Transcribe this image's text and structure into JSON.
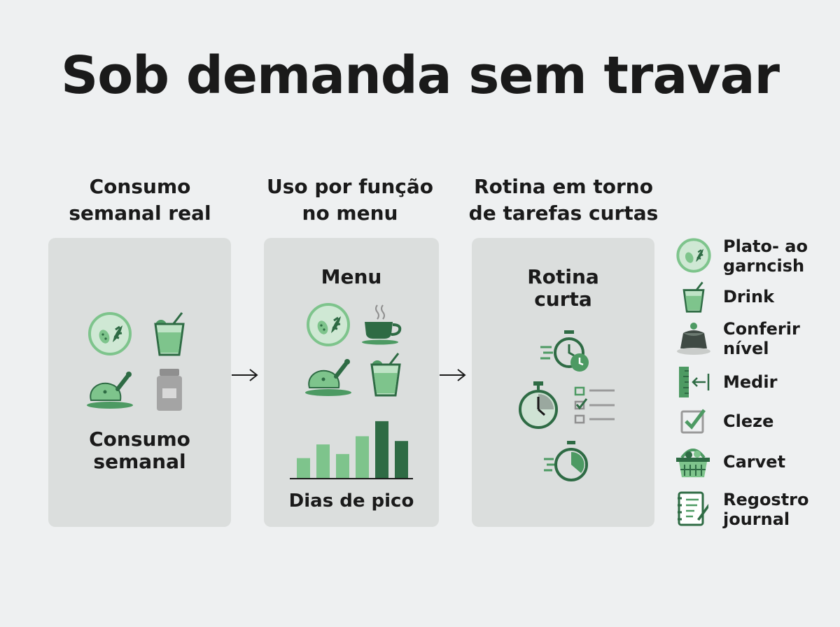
{
  "title": "Sob demanda sem travar",
  "columns": [
    {
      "heading": [
        "Consumo",
        "semanal real"
      ],
      "panel_label": [
        "Consumo",
        "semanal"
      ]
    },
    {
      "heading": [
        "Uso por função",
        "no menu"
      ],
      "panel_title": "Menu",
      "panel_label": "Dias de pico"
    },
    {
      "heading": [
        "Rotina em torno",
        "de tarefas curtas"
      ],
      "panel_title": [
        "Rotina",
        "curta"
      ]
    }
  ],
  "chart_data": {
    "type": "bar",
    "categories": [
      "",
      "",
      "",
      "",
      "",
      "",
      ""
    ],
    "series": [
      {
        "values": [
          3,
          5,
          3.6,
          6.2,
          8.4,
          5.5
        ],
        "colors": [
          "#7ec48c",
          "#7ec48c",
          "#7ec48c",
          "#7ec48c",
          "#2e6b44",
          "#2e6b44"
        ]
      }
    ],
    "xlabel": "Dias de pico"
  },
  "legend": [
    {
      "icon": "plate-garnish-icon",
      "label": [
        "Plato- ao",
        "garncish"
      ]
    },
    {
      "icon": "drink-icon",
      "label": [
        "Drink"
      ]
    },
    {
      "icon": "pudding-level-icon",
      "label": [
        "Conferir",
        "nível"
      ]
    },
    {
      "icon": "measure-icon",
      "label": [
        "Medir"
      ]
    },
    {
      "icon": "checkbox-icon",
      "label": [
        "Cleze"
      ]
    },
    {
      "icon": "basket-icon",
      "label": [
        "Carvet"
      ]
    },
    {
      "icon": "journal-icon",
      "label": [
        "Regostro",
        "journal"
      ]
    }
  ],
  "colors": {
    "background": "#eef0f1",
    "panel": "#dbdedd",
    "green_dark": "#2e6b44",
    "green_mid": "#4d9a63",
    "green_light": "#7ec48c",
    "gray": "#9a9a9a"
  }
}
